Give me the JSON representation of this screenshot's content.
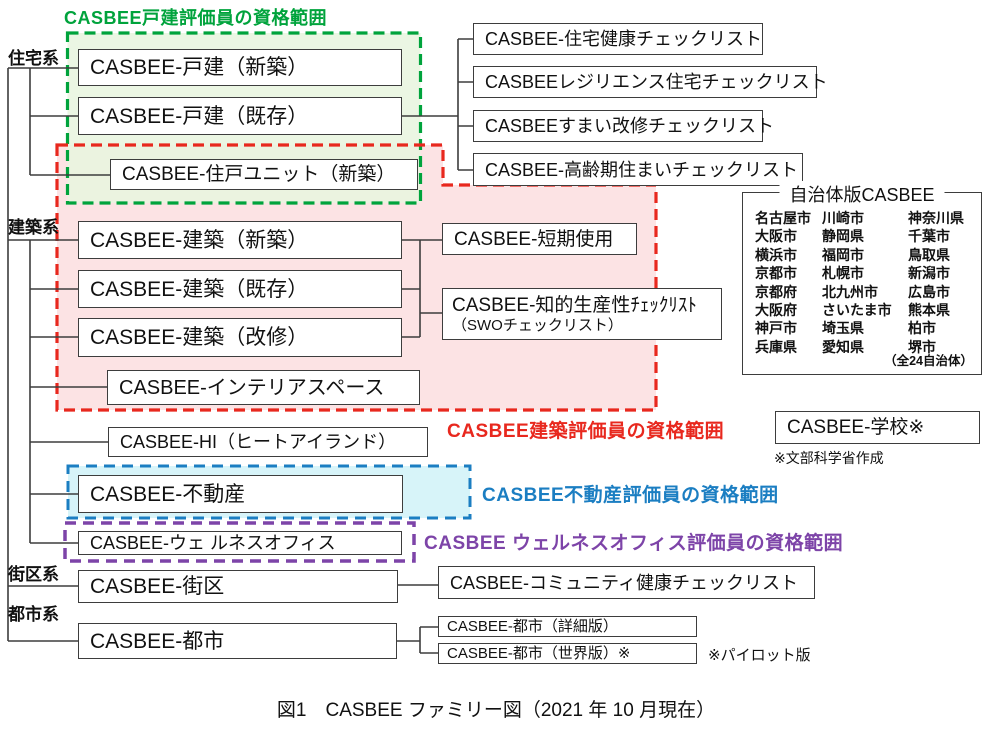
{
  "caption": "図1　CASBEE ファミリー図（2021 年 10 月現在）",
  "scopes": {
    "kodate": {
      "label": "CASBEE戸建評価員の資格範囲",
      "color": "#00a33c",
      "fill": "#e8f5df"
    },
    "kenchiku": {
      "label": "CASBEE建築評価員の資格範囲",
      "color": "#e8281e",
      "fill": "#fce3e4"
    },
    "fudosan": {
      "label": "CASBEE不動産評価員の資格範囲",
      "color": "#1b7ec2",
      "fill": "#d7f4f9"
    },
    "wellness": {
      "label": "CASBEE ウェルネスオフィス評価員の資格範囲",
      "color": "#7d44a8",
      "fill": "none"
    }
  },
  "categories": {
    "jutaku": "住宅系",
    "kenchiku": "建築系",
    "gaiku": "街区系",
    "toshi": "都市系"
  },
  "boxes": {
    "kodate_shinchiku": "CASBEE-戸建（新築）",
    "kodate_kizon": "CASBEE-戸建（既存）",
    "juko_unit": "CASBEE-住戸ユニット（新築）",
    "jutaku_kenko": "CASBEE-住宅健康チェックリスト",
    "resilience": "CASBEEレジリエンス住宅チェックリスト",
    "sumai_kaishu": "CASBEEすまい改修チェックリスト",
    "koreiki": "CASBEE-高齢期住まいチェックリスト",
    "kenchiku_shinchiku": "CASBEE-建築（新築）",
    "kenchiku_kizon": "CASBEE-建築（既存）",
    "kenchiku_kaishu": "CASBEE-建築（改修）",
    "interior_space": "CASBEE-インテリアスペース",
    "tanki_shiyo": "CASBEE-短期使用",
    "chiteki_line1": "CASBEE-知的生産性ﾁｪｯｸﾘｽﾄ",
    "chiteki_line2": "（SWOチェックリスト）",
    "heat_island": "CASBEE-HI（ヒートアイランド）",
    "gakko": "CASBEE-学校※",
    "fudosan": "CASBEE-不動産",
    "wellness_office": "CASBEE-ウェ ルネスオフィス",
    "gaiku": "CASBEE-街区",
    "community_kenko": "CASBEE-コミュニティ健康チェックリスト",
    "toshi": "CASBEE-都市",
    "toshi_shosai": "CASBEE-都市（詳細版）",
    "toshi_sekai": "CASBEE-都市（世界版）※"
  },
  "municipal": {
    "title": "自治体版CASBEE",
    "rows": [
      [
        "名古屋市",
        "川崎市",
        "神奈川県"
      ],
      [
        "大阪市",
        "静岡県",
        "千葉市"
      ],
      [
        "横浜市",
        "福岡市",
        "鳥取県"
      ],
      [
        "京都市",
        "札幌市",
        "新潟市"
      ],
      [
        "京都府",
        "北九州市",
        "広島市"
      ],
      [
        "大阪府",
        "さいたま市",
        "熊本県"
      ],
      [
        "神戸市",
        "埼玉県",
        "柏市"
      ],
      [
        "兵庫県",
        "愛知県",
        "堺市"
      ]
    ],
    "footer": "（全24自治体）"
  },
  "notes": {
    "gakko": "※文部科学省作成",
    "pilot": "※パイロット版"
  }
}
